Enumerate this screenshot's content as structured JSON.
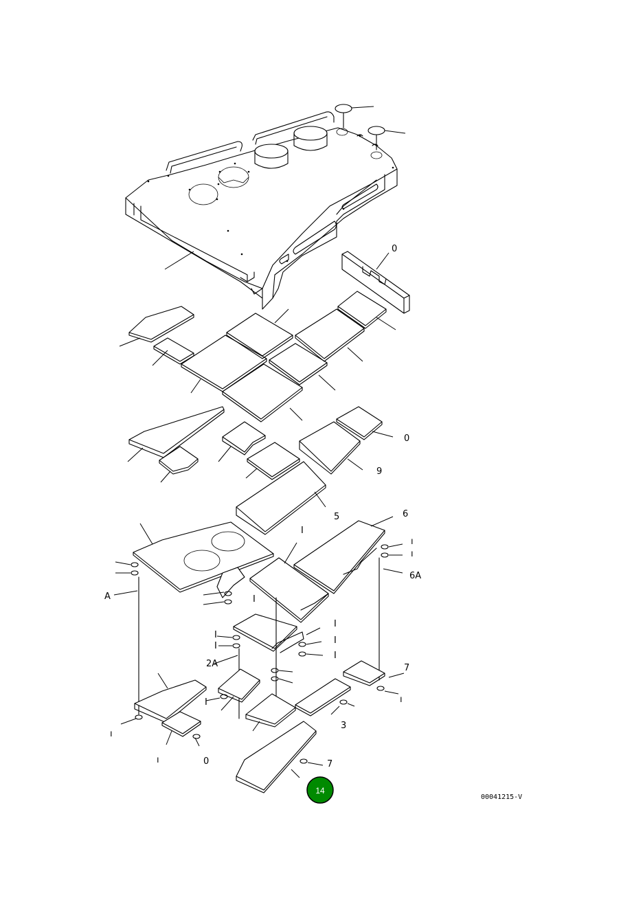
{
  "figure": {
    "page_badge": "14",
    "drawing_code": "00041215-V",
    "colors": {
      "line": "#000000",
      "badge_fill": "#008a00",
      "badge_text": "#ffffff",
      "background": "#ffffff"
    }
  },
  "callouts": [
    "0",
    "0",
    "",
    "9",
    "5",
    "6",
    "A",
    "I",
    "I",
    "I",
    "I",
    "I",
    "I",
    "I",
    "I",
    "ı",
    "ı",
    "2A",
    "6A",
    "7",
    "7",
    "ı",
    "3",
    "ı",
    "0",
    "ı"
  ]
}
